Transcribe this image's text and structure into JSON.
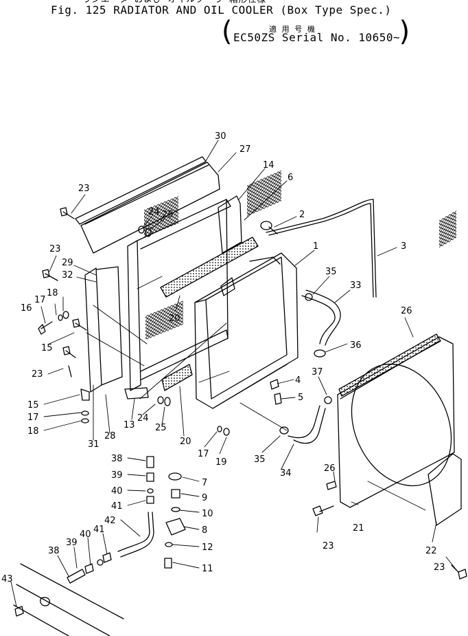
{
  "header": {
    "jp_top": "ラジエータ および オイルクーラ 箱形仕様",
    "title": "Fig. 125  RADIATOR AND OIL COOLER (Box Type Spec.)",
    "jp_sub": "適 用 号 機",
    "serial": "EC50ZS Serial No. 10650~"
  },
  "callouts": [
    {
      "id": "c30",
      "text": "30"
    },
    {
      "id": "c27",
      "text": "27"
    },
    {
      "id": "c14",
      "text": "14"
    },
    {
      "id": "c6",
      "text": "6"
    },
    {
      "id": "c23a",
      "text": "23"
    },
    {
      "id": "c24a",
      "text": "24"
    },
    {
      "id": "c25a",
      "text": "25"
    },
    {
      "id": "c2",
      "text": "2"
    },
    {
      "id": "c3",
      "text": "3"
    },
    {
      "id": "c1",
      "text": "1"
    },
    {
      "id": "c23b",
      "text": "23"
    },
    {
      "id": "c29",
      "text": "29"
    },
    {
      "id": "c32",
      "text": "32"
    },
    {
      "id": "c35a",
      "text": "35"
    },
    {
      "id": "c33",
      "text": "33"
    },
    {
      "id": "c17a",
      "text": "17"
    },
    {
      "id": "c18a",
      "text": "18"
    },
    {
      "id": "c16",
      "text": "16"
    },
    {
      "id": "c20a",
      "text": "20"
    },
    {
      "id": "c26a",
      "text": "26"
    },
    {
      "id": "c15a",
      "text": "15"
    },
    {
      "id": "c36",
      "text": "36"
    },
    {
      "id": "c23c",
      "text": "23"
    },
    {
      "id": "c37",
      "text": "37"
    },
    {
      "id": "c4",
      "text": "4"
    },
    {
      "id": "c5",
      "text": "5"
    },
    {
      "id": "c15b",
      "text": "15"
    },
    {
      "id": "c17b",
      "text": "17"
    },
    {
      "id": "c18b",
      "text": "18"
    },
    {
      "id": "c24b",
      "text": "24"
    },
    {
      "id": "c13",
      "text": "13"
    },
    {
      "id": "c28",
      "text": "28"
    },
    {
      "id": "c31",
      "text": "31"
    },
    {
      "id": "c25b",
      "text": "25"
    },
    {
      "id": "c20b",
      "text": "20"
    },
    {
      "id": "c17c",
      "text": "17"
    },
    {
      "id": "c19",
      "text": "19"
    },
    {
      "id": "c35b",
      "text": "35"
    },
    {
      "id": "c34",
      "text": "34"
    },
    {
      "id": "c38a",
      "text": "38"
    },
    {
      "id": "c39a",
      "text": "39"
    },
    {
      "id": "c7",
      "text": "7"
    },
    {
      "id": "c40a",
      "text": "40"
    },
    {
      "id": "c9",
      "text": "9"
    },
    {
      "id": "c41a",
      "text": "41"
    },
    {
      "id": "c10",
      "text": "10"
    },
    {
      "id": "c42",
      "text": "42"
    },
    {
      "id": "c8",
      "text": "8"
    },
    {
      "id": "c26b",
      "text": "26"
    },
    {
      "id": "c21",
      "text": "21"
    },
    {
      "id": "c22",
      "text": "22"
    },
    {
      "id": "c23d",
      "text": "23"
    },
    {
      "id": "c23e",
      "text": "23"
    },
    {
      "id": "c40b",
      "text": "40"
    },
    {
      "id": "c41b",
      "text": "41"
    },
    {
      "id": "c39b",
      "text": "39"
    },
    {
      "id": "c38b",
      "text": "38"
    },
    {
      "id": "c12",
      "text": "12"
    },
    {
      "id": "c11",
      "text": "11"
    },
    {
      "id": "c43",
      "text": "43"
    }
  ]
}
